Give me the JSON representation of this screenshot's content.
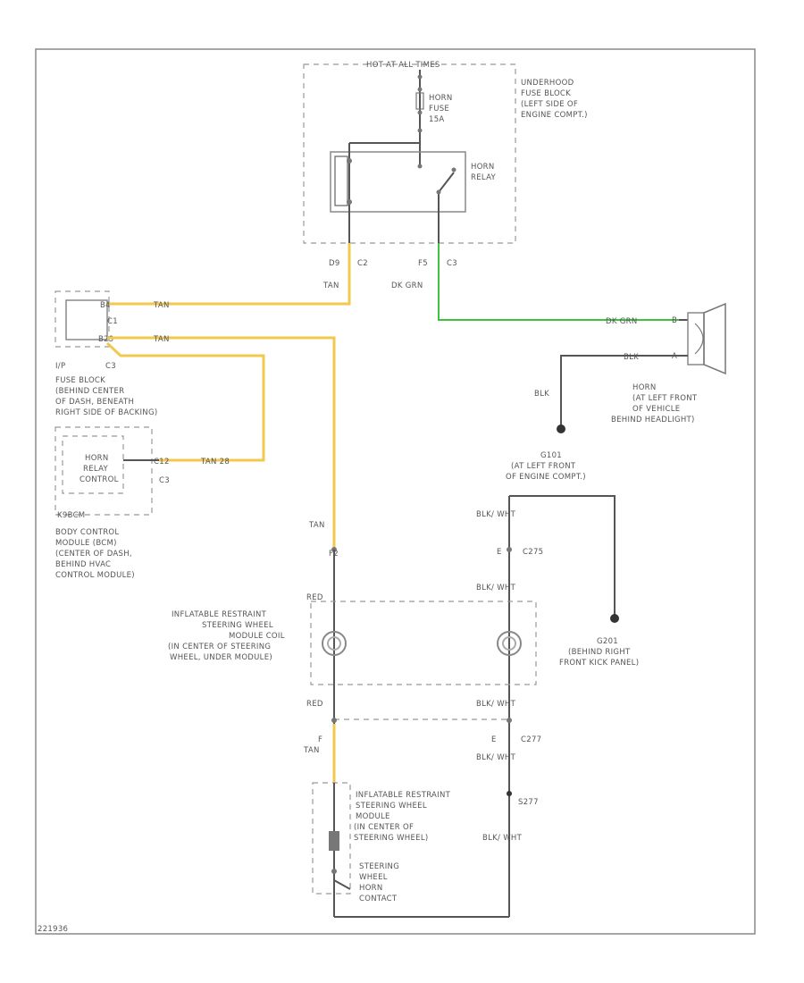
{
  "diagram_id": "221936",
  "underhood_fuse_block": {
    "hot_at_all_times": "HOT AT ALL TIMES",
    "name": [
      "UNDERHOOD",
      "FUSE BLOCK",
      "(LEFT SIDE OF",
      "ENGINE COMPT.)"
    ],
    "fuse": [
      "HORN",
      "FUSE",
      "15A"
    ],
    "relay": [
      "HORN",
      "RELAY"
    ],
    "pin_left": "D9",
    "conn_left": "C2",
    "pin_right": "F5",
    "conn_right": "C3"
  },
  "wires": {
    "tan": "TAN",
    "dk_grn": "DK GRN",
    "blk": "BLK",
    "blk_wht": "BLK/ WHT",
    "red": "RED"
  },
  "ip_fuse_block": {
    "pin_b4": "B4",
    "c1": "C1",
    "pin_b29": "B29",
    "ip": "I/P",
    "c3": "C3",
    "desc": [
      "FUSE BLOCK",
      "(BEHIND CENTER",
      "OF DASH, BENEATH",
      "RIGHT SIDE OF BACKING)"
    ]
  },
  "bcm": {
    "inside": [
      "HORN",
      "RELAY",
      "CONTROL"
    ],
    "pin": "C12",
    "wire": "TAN 28",
    "conn": "C3",
    "tag": "K9BCM",
    "desc": [
      "BODY CONTROL",
      "MODULE (BCM)",
      "(CENTER OF DASH,",
      "BEHIND HVAC",
      "CONTROL MODULE)"
    ]
  },
  "horn": {
    "pin_b": "B",
    "pin_a": "A",
    "desc": [
      "HORN",
      "(AT LEFT FRONT",
      "OF VEHICLE",
      "BEHIND HEADLIGHT)"
    ]
  },
  "g101": {
    "name": "G101",
    "desc": [
      "(AT LEFT FRONT",
      "OF ENGINE COMPT.)"
    ]
  },
  "g201": {
    "name": "G201",
    "desc": [
      "(BEHIND RIGHT",
      "FRONT KICK PANEL)"
    ]
  },
  "c275": {
    "pin_left": "F2",
    "pin_right": "E",
    "conn": "C275"
  },
  "coil": {
    "desc": [
      "INFLATABLE RESTRAINT",
      "STEERING WHEEL",
      "MODULE COIL",
      "(IN CENTER OF STEERING",
      "WHEEL, UNDER MODULE)"
    ]
  },
  "c277": {
    "pin_left": "F",
    "pin_right": "E",
    "conn": "C277"
  },
  "s277": "S277",
  "sw_module": {
    "desc": [
      "INFLATABLE RESTRAINT",
      "STEERING WHEEL",
      "MODULE",
      "(IN CENTER OF",
      "STEERING WHEEL)"
    ]
  },
  "horn_contact": [
    "STEERING",
    "WHEEL",
    "HORN",
    "CONTACT"
  ]
}
